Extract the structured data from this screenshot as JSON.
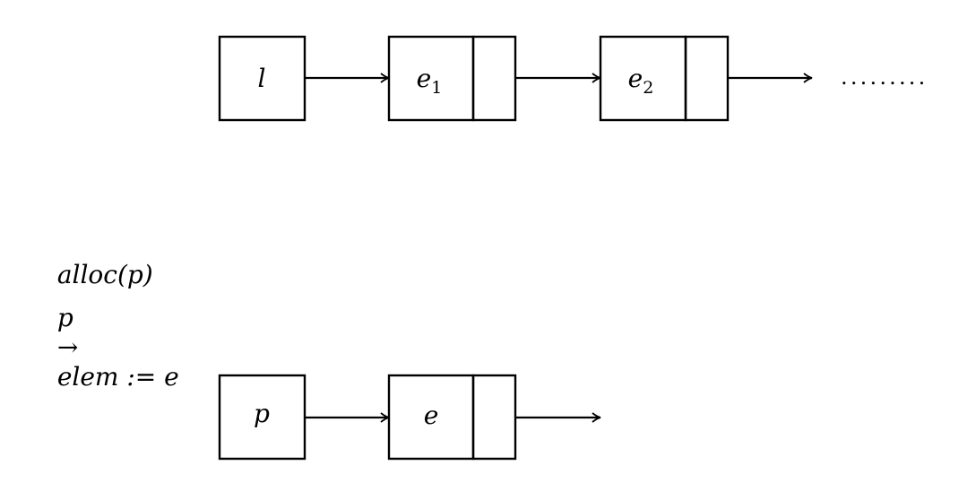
{
  "list_diagram": {
    "head_pointer": "l",
    "nodes": [
      {
        "elem": "e",
        "subscript": "1"
      },
      {
        "elem": "e",
        "subscript": "2"
      }
    ],
    "continuation": "........."
  },
  "code": {
    "line1": "alloc(p)",
    "line2_lhs": "p",
    "line2_arrow": "→",
    "line2_rhs": "elem := e"
  },
  "new_node_diagram": {
    "pointer": "p",
    "node_elem": "e"
  }
}
